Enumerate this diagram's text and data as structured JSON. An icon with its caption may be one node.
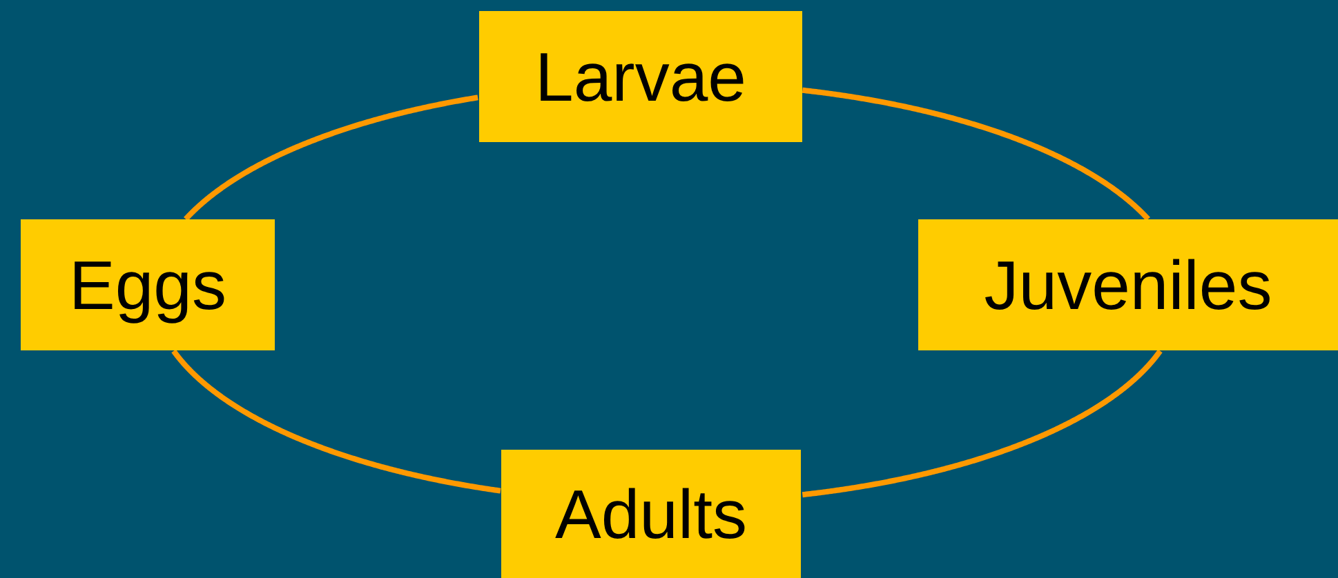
{
  "diagram": {
    "nodes": [
      {
        "text": [
          "Larvae"
        ]
      },
      {
        "text": [
          "Eggs"
        ]
      },
      {
        "text": [
          "Juveniles"
        ]
      },
      {
        "text": [
          "Adults"
        ]
      }
    ],
    "edges": [
      {
        "from": 0,
        "to": 2,
        "arrow": "none"
      },
      {
        "from": 2,
        "to": 3,
        "arrow": "none"
      },
      {
        "from": 3,
        "to": 1,
        "arrow": "none"
      },
      {
        "from": 1,
        "to": 0,
        "arrow": "none"
      }
    ]
  }
}
